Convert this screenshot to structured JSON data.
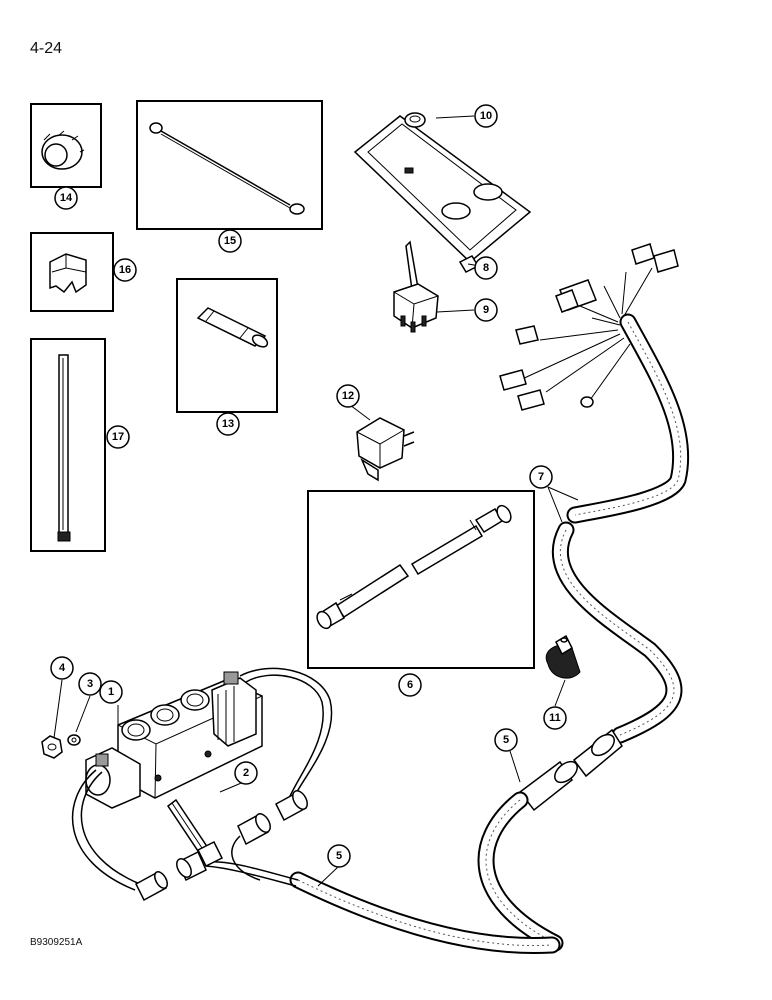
{
  "page": {
    "number": "4-24",
    "figure_id": "B9309251A"
  },
  "callouts": {
    "c1": "1",
    "c2": "2",
    "c3": "3",
    "c4": "4",
    "c5a": "5",
    "c5b": "5",
    "c6": "6",
    "c7": "7",
    "c8": "8",
    "c9": "9",
    "c10": "10",
    "c11": "11",
    "c12": "12",
    "c13": "13",
    "c14": "14",
    "c15": "15",
    "c16": "16",
    "c17": "17"
  }
}
